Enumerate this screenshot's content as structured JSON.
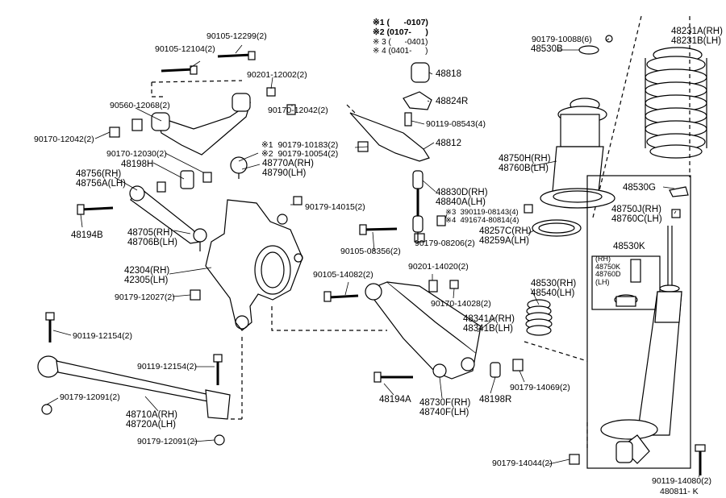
{
  "legend": {
    "n1": "※1 (      -0107)",
    "n2": "※2 (0107-      )",
    "n3": "※ 3 (      -0401)",
    "n4": "※ 4 (0401-      )"
  },
  "labels": {
    "p90105_12299": "90105-12299(2)",
    "p90105_12104": "90105-12104(2)",
    "p90201_12002": "90201-12002(2)",
    "p90560_12068": "90560-12068(2)",
    "p90170_12042a": "90170-12042(2)",
    "p90170_12042b": "90170-12042(2)",
    "p90170_12030": "90170-12030(2)",
    "p48198H": "48198H",
    "p48756": "48756(RH)\n48756A(LH)",
    "p90179_10183": "※1  90179-10183(2)",
    "p90179_10054": "※2  90179-10054(2)",
    "p48770": "48770A(RH)\n48790(LH)",
    "p48194B": "48194B",
    "p48705": "48705(RH)\n48706B(LH)",
    "p90179_14015": "90179-14015(2)",
    "p90105_08356": "90105-08356(2)",
    "p42304": "42304(RH)\n42305(LH)",
    "p90179_12027": "90179-12027(2)",
    "p90119_12154a": "90119-12154(2)",
    "p90119_12154b": "90119-12154(2)",
    "p90179_12091a": "90179-12091(2)",
    "p48710": "48710A(RH)\n48720A(LH)",
    "p90179_12091b": "90179-12091(2)",
    "p48818": "48818",
    "p48824R": "48824R",
    "p90119_08543": "90119-08543(4)",
    "p48812": "48812",
    "p48830": "48830D(RH)\n48840A(LH)",
    "p390119": "※3  390119-08143(4)",
    "p491674": "※4  491674-80814(4)",
    "p90179_08206": "90179-08206(2)",
    "p90105_14082": "90105-14082(2)",
    "p90201_14020": "90201-14020(2)",
    "p90170_14028": "90170-14028(2)",
    "p48341": "48341A(RH)\n48341B(LH)",
    "p48194A": "48194A",
    "p48730": "48730F(RH)\n48740F(LH)",
    "p48198R": "48198R",
    "p90179_14069": "90179-14069(2)",
    "p90179_10088": "90179-10088(6)",
    "p48530B": "48530B",
    "p48231": "48231A(RH)\n48231B(LH)",
    "p48750H": "48750H(RH)\n48760B(LH)",
    "p48257": "48257C(RH)\n48259A(LH)",
    "p48530_48540": "48530(RH)\n48540(LH)",
    "p48530G": "48530G",
    "p48750J": "48750J(RH)\n48760C(LH)",
    "p48530K": "48530K",
    "p48750K": "(RH)\n48750K\n48760D\n(LH)",
    "p90179_14044": "90179-14044(2)",
    "p90119_14080": "90119-14080(2)",
    "p480811": "480811- K"
  }
}
